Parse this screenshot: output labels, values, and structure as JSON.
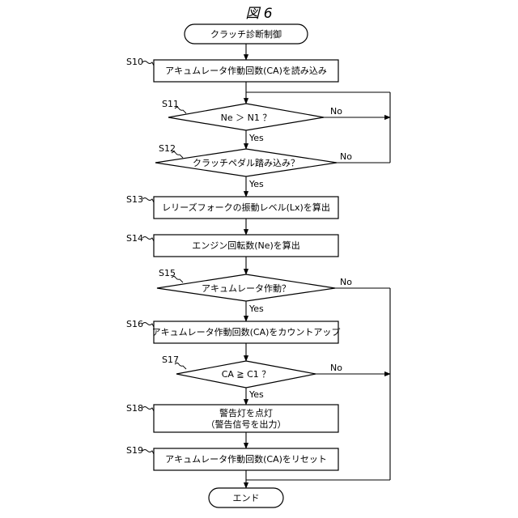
{
  "figure_title": "図 6",
  "nodes": {
    "start": "クラッチ診断制御",
    "s10": "アキュムレータ作動回数(CA)を読み込み",
    "s11": "Ne ＞ N1 ？",
    "s12": "クラッチペダル踏み込み？",
    "s13": "レリーズフォークの振動レベル(Lx)を算出",
    "s14": "エンジン回転数(Ne)を算出",
    "s15": "アキュムレータ作動？",
    "s16": "アキュムレータ作動回数(CA)をカウントアップ",
    "s17": "CA ≧ C1 ？",
    "s18_line1": "警告灯を点灯",
    "s18_line2": "（警告信号を出力）",
    "s19": "アキュムレータ作動回数(CA)をリセット",
    "end": "エンド"
  },
  "step_labels": {
    "s10": "S10",
    "s11": "S11",
    "s12": "S12",
    "s13": "S13",
    "s14": "S14",
    "s15": "S15",
    "s16": "S16",
    "s17": "S17",
    "s18": "S18",
    "s19": "S19"
  },
  "branch_labels": {
    "s11_yes": "Yes",
    "s11_no": "No",
    "s12_yes": "Yes",
    "s12_no": "No",
    "s15_yes": "Yes",
    "s15_no": "No",
    "s17_yes": "Yes",
    "s17_no": "No"
  }
}
